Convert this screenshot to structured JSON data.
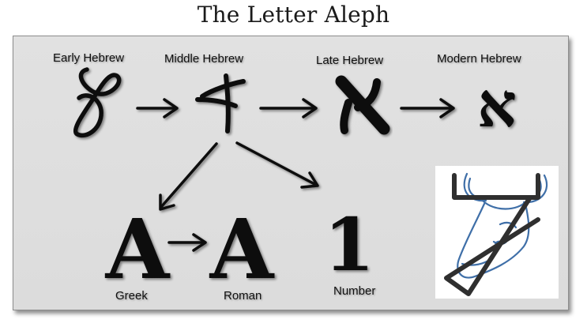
{
  "title": "The Letter Aleph",
  "stages": {
    "early": "Early Hebrew",
    "middle": "Middle Hebrew",
    "late": "Late Hebrew",
    "modern": "Modern Hebrew"
  },
  "descendants": {
    "greek_label": "Greek",
    "roman_label": "Roman",
    "number_label": "Number",
    "greek_glyph": "A",
    "roman_glyph": "A",
    "number_glyph": "1"
  },
  "glyphs": {
    "modern_glyph": "א"
  },
  "colors": {
    "panel": "#dedede",
    "ink": "#0d0d0d",
    "ox_outline": "#2f2f2f",
    "ox_sketch": "#3f6fa8"
  },
  "icons": {
    "ox_head": "ox-head-pictograph-icon"
  }
}
